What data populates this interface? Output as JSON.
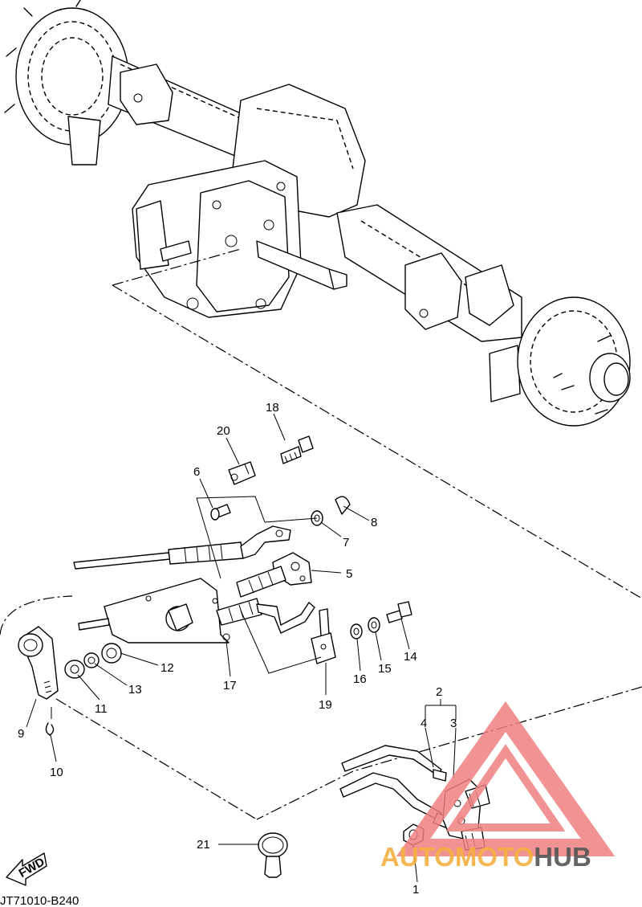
{
  "diagram": {
    "part_code": "JT71010-B240",
    "fwd_label": "FWD",
    "callouts": [
      "1",
      "2",
      "3",
      "4",
      "5",
      "6",
      "7",
      "8",
      "9",
      "10",
      "11",
      "12",
      "13",
      "14",
      "15",
      "16",
      "17",
      "18",
      "19",
      "20",
      "21"
    ]
  },
  "watermark": {
    "part1": "AUTO",
    "part2": "MOTO",
    "part3": "HUB",
    "colors": {
      "triangle": "#f08080",
      "orange": "#f5b041",
      "gray": "#555555"
    }
  }
}
